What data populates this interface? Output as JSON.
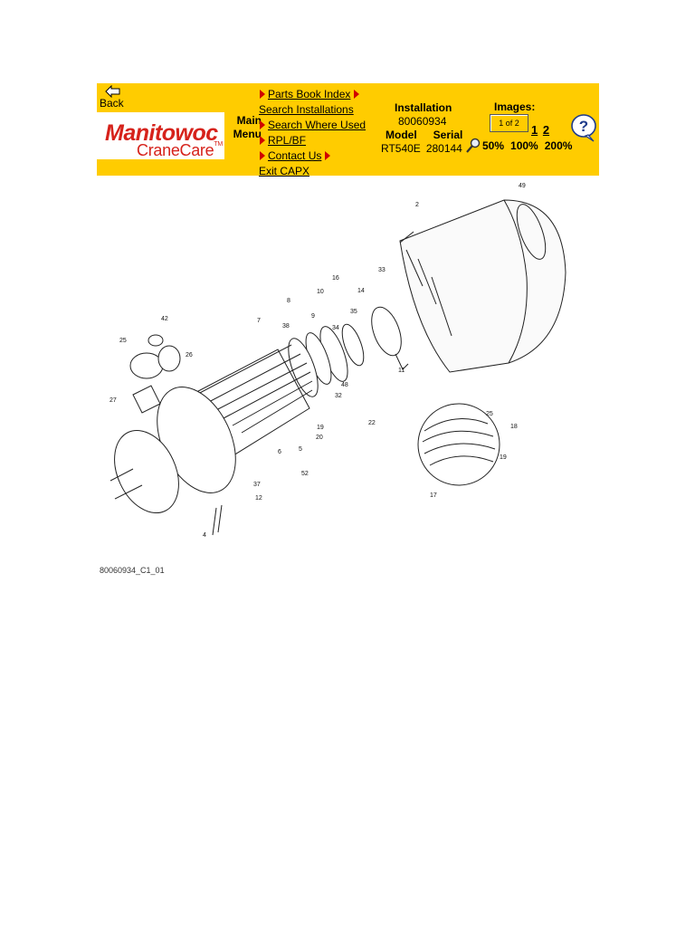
{
  "nav": {
    "back_label": "Back"
  },
  "logo": {
    "brand": "Manitowoc",
    "sub": "CraneCare",
    "tm": "TM"
  },
  "main_menu": {
    "line1": "Main",
    "line2": "Menu"
  },
  "links": {
    "parts_book_index": "Parts Book Index",
    "search_installations": "Search Installations",
    "search_where_used": "Search Where Used",
    "rpl_bf": "RPL/BF",
    "contact_us": "Contact Us",
    "exit_capx": "Exit CAPX"
  },
  "installation": {
    "label": "Installation",
    "number": "80060934",
    "model_label": "Model",
    "serial_label": "Serial",
    "model": "RT540E",
    "serial": "280144"
  },
  "images": {
    "label": "Images:",
    "selected": "1 of 2",
    "pages": [
      "1",
      "2"
    ],
    "zoom_levels": [
      "50%",
      "100%",
      "200%"
    ]
  },
  "diagram": {
    "caption": "80060934_C1_01",
    "callouts": [
      "49",
      "2",
      "33",
      "16",
      "14",
      "10",
      "35",
      "8",
      "9",
      "34",
      "7",
      "38",
      "42",
      "25",
      "26",
      "27",
      "11",
      "48",
      "32",
      "22",
      "19",
      "20",
      "5",
      "6",
      "52",
      "37",
      "12",
      "4",
      "25",
      "18",
      "19",
      "17"
    ]
  },
  "colors": {
    "toolbar": "#ffcc00",
    "accent": "#d00000",
    "brand": "#d6221b"
  }
}
